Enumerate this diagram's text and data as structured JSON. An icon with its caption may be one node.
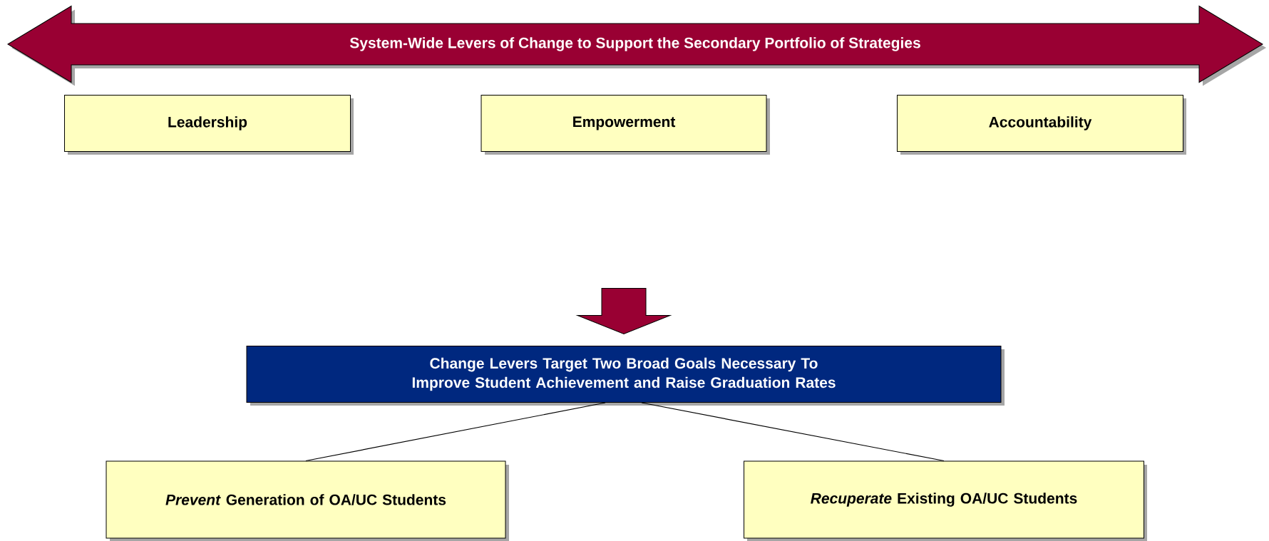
{
  "diagram": {
    "nodes": [
      {
        "text": [
          "System-Wide Levers of Change to Support the Secondary Portfolio of Strategies"
        ]
      },
      {
        "text": [
          "Leadership"
        ]
      },
      {
        "text": [
          "Empowerment"
        ]
      },
      {
        "text": [
          "Accountability"
        ]
      },
      {
        "text": [
          "Change Levers Target Two Broad Goals Necessary To Improve Student Achievement and Raise Graduation Rates"
        ]
      },
      {
        "text": [
          "*Prevent* Generation of OA/UC Students"
        ]
      },
      {
        "text": [
          "*Recuperate* Existing OA/UC Students"
        ]
      }
    ],
    "edges": [
      {
        "from": null,
        "to": 4,
        "arrow": "to",
        "style": "thick",
        "color": "#990033"
      },
      {
        "from": 4,
        "to": 5,
        "arrow": "none"
      },
      {
        "from": 4,
        "to": 6,
        "arrow": "none"
      }
    ]
  }
}
